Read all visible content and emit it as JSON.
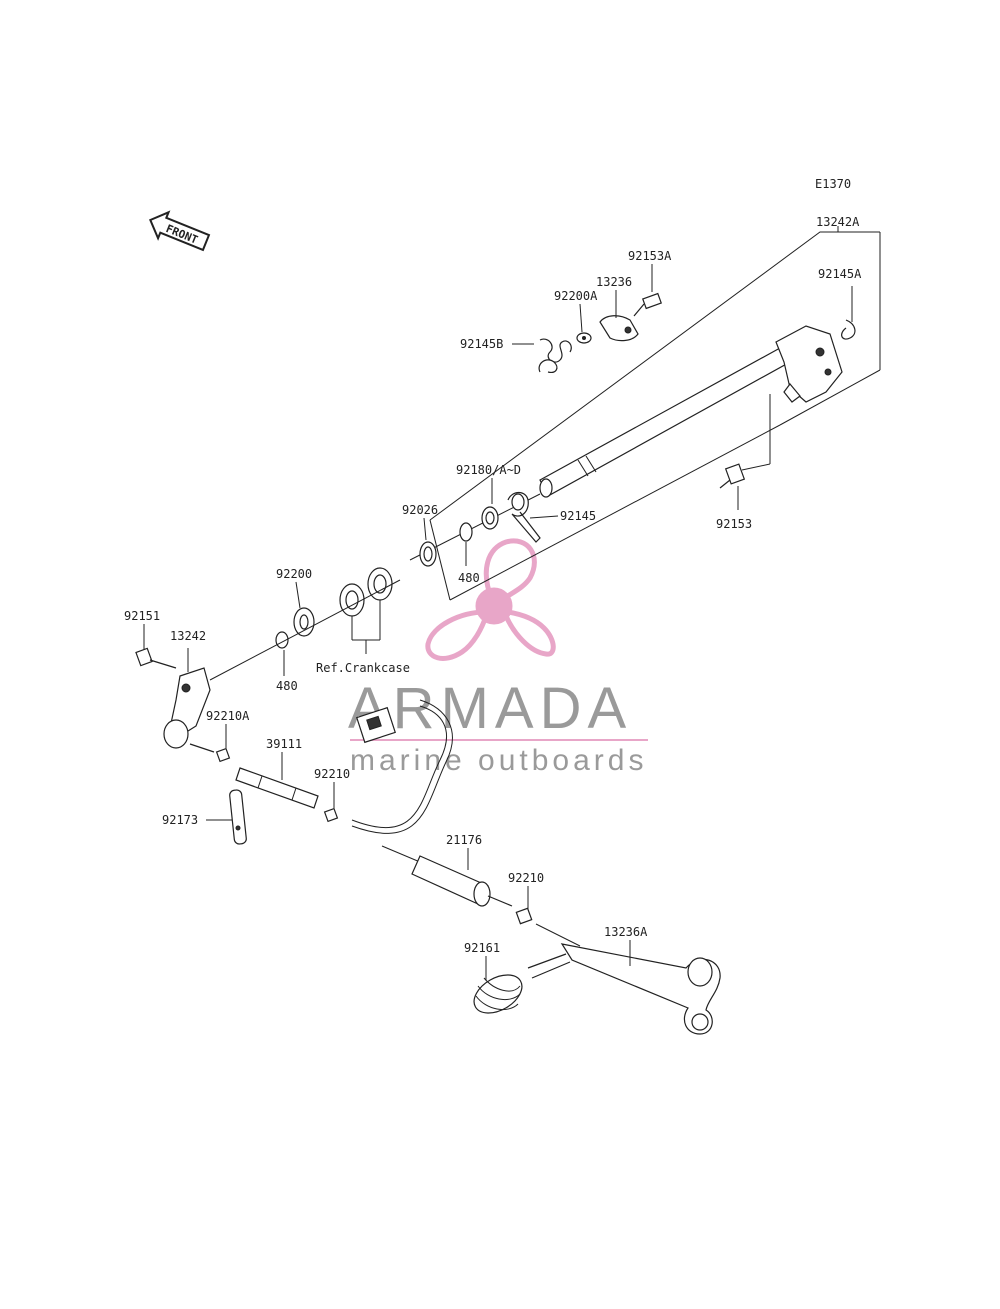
{
  "diagram_code": "E1370",
  "front_label": "FRONT",
  "ref_note": "Ref.Crankcase",
  "parts": {
    "p13242A": "13242A",
    "p92153A": "92153A",
    "p13236": "13236",
    "p92200A": "92200A",
    "p92145B": "92145B",
    "p92145A": "92145A",
    "p92180": "92180/A~D",
    "p92145": "92145",
    "p92153": "92153",
    "p92026": "92026",
    "p480a": "480",
    "p92200": "92200",
    "p480b": "480",
    "p92151": "92151",
    "p13242": "13242",
    "p92210A": "92210A",
    "p39111": "39111",
    "p92210a": "92210",
    "p92173": "92173",
    "p21176": "21176",
    "p92210b": "92210",
    "p13236A": "13236A",
    "p92161": "92161"
  },
  "watermark": {
    "title": "ARMADA",
    "subtitle": "marine outboards",
    "color": "#e8a6c8"
  }
}
